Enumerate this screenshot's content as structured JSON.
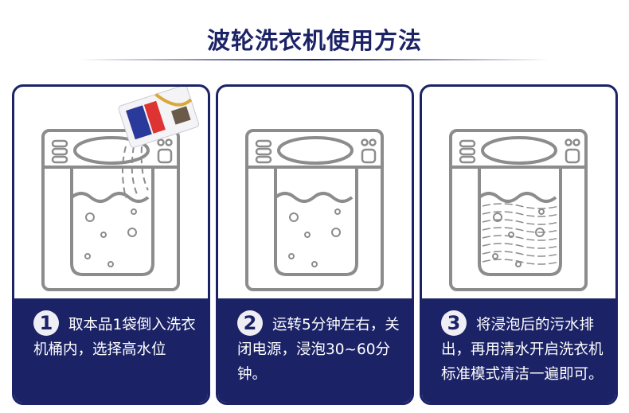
{
  "title": "波轮洗衣机使用方法",
  "colors": {
    "navy": "#1b2266",
    "line": "#8c8c8c"
  },
  "steps": [
    {
      "number": "1",
      "text": "取本品1袋倒入洗衣机桶内，选择高水位",
      "icon": "pour-packet-washer"
    },
    {
      "number": "2",
      "text": "运转5分钟左右，关闭电源，浸泡30~60分钟。",
      "icon": "soaking-washer"
    },
    {
      "number": "3",
      "text": "将浸泡后的污水排出，再用清水开启洗衣机标准模式清洁一遍即可。",
      "icon": "rinsing-washer"
    }
  ]
}
